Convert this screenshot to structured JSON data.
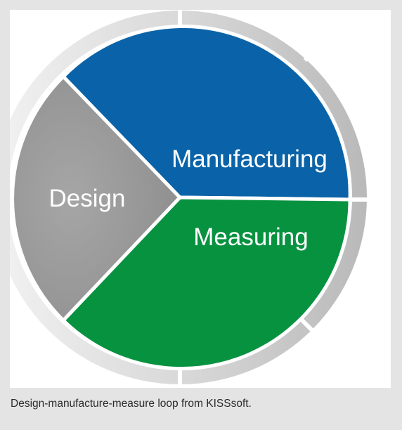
{
  "diagram": {
    "segments": [
      {
        "key": "manufacturing",
        "label": "Manufacturing",
        "color": "#0a63a8"
      },
      {
        "key": "measuring",
        "label": "Measuring",
        "color": "#079240"
      },
      {
        "key": "design",
        "label": "Design",
        "color": "#9a9a9a"
      }
    ],
    "ring_color": "#c8c8c8"
  },
  "caption": "Design-manufacture-measure loop from KISSsoft."
}
